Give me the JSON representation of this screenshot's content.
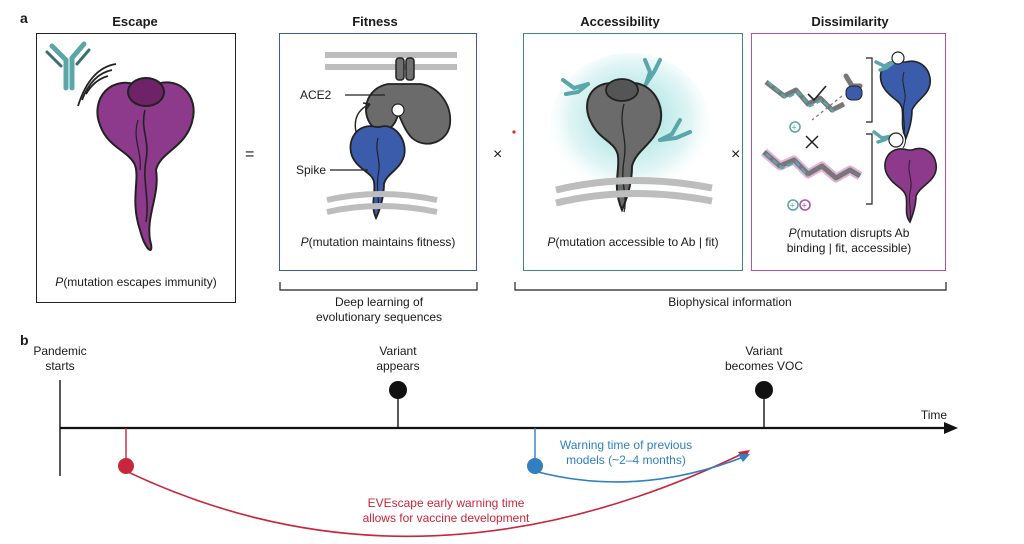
{
  "panels": {
    "a": "a",
    "b": "b"
  },
  "headers": {
    "escape": "Escape",
    "fitness": "Fitness",
    "accessibility": "Accessibility",
    "dissimilarity": "Dissimilarity"
  },
  "operators": {
    "equals": "=",
    "times1": "×",
    "times2": "×"
  },
  "captions": {
    "escape_p": "P",
    "escape_rest": "(mutation escapes immunity)",
    "fitness_p": "P",
    "fitness_rest": "(mutation maintains fitness)",
    "access_p": "P",
    "access_rest": "(mutation accessible to Ab | fit)",
    "dissim_p": "P",
    "dissim_rest": "(mutation disrupts Ab",
    "dissim_line2": "binding | fit, accessible)"
  },
  "labels": {
    "ace2": "ACE2",
    "spike": "Spike"
  },
  "brackets": {
    "deep_learning_1": "Deep learning of",
    "deep_learning_2": "evolutionary sequences",
    "biophysical": "Biophysical information"
  },
  "timeline": {
    "pandemic_1": "Pandemic",
    "pandemic_2": "starts",
    "variant_1": "Variant",
    "variant_2": "appears",
    "voc_1": "Variant",
    "voc_2": "becomes VOC",
    "time": "Time",
    "warning_1": "Warning time of previous",
    "warning_2": "models (~2–4 months)",
    "eve_1": "EVEscape early warning time",
    "eve_2": "allows for vaccine development"
  },
  "colors": {
    "escape_purple": "#8e3a8c",
    "fitness_blue": "#3b5bab",
    "access_green": "#3f8d78",
    "dissim_magenta": "#b0559f",
    "antibody_teal": "#5aa6a8",
    "warning_blue": "#2f7fc1",
    "eve_red": "#c8263a"
  }
}
